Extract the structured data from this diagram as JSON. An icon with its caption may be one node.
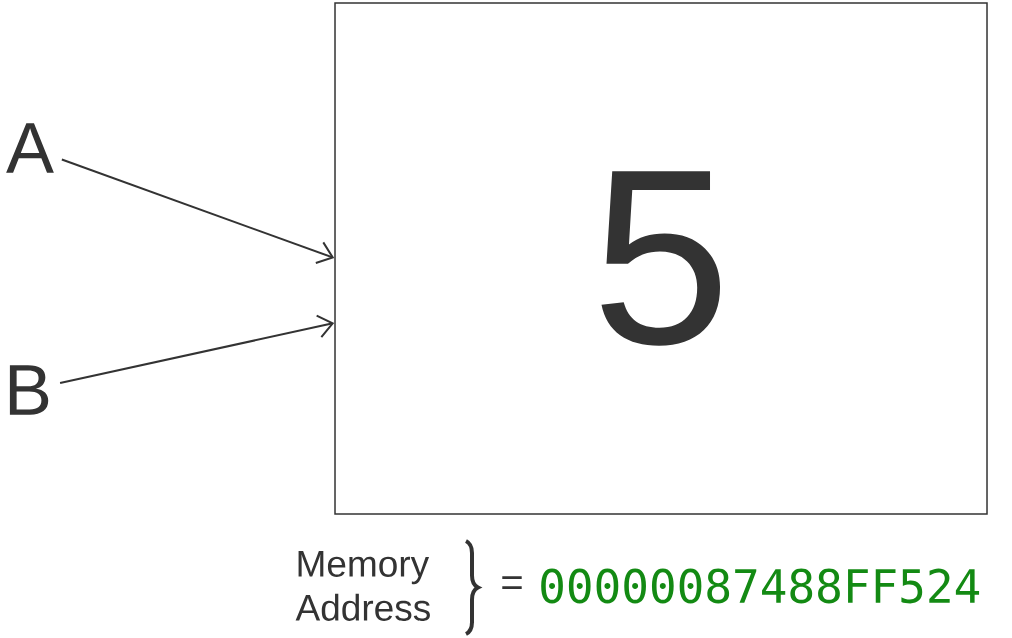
{
  "diagram": {
    "nodes": [
      {
        "text": [
          "A"
        ]
      },
      {
        "text": [
          "B"
        ]
      },
      {
        "text": [
          "5"
        ]
      }
    ],
    "edges": [
      {
        "from": 0,
        "to": 2,
        "arrow": "to"
      },
      {
        "from": 1,
        "to": 2,
        "arrow": "to"
      }
    ],
    "labels": [
      "Memory Address",
      "=",
      "00000087488FF524"
    ]
  }
}
